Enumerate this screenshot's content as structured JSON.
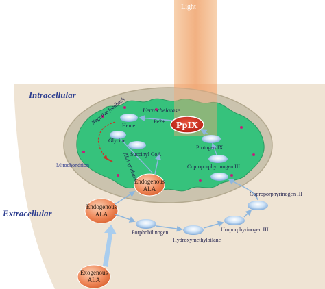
{
  "light": {
    "label": "Light"
  },
  "regions": {
    "intracellular": "Intracellular",
    "extracellular": "Extracellular",
    "mitochondrion": "Mitochondrion"
  },
  "mito_labels": {
    "negative_feedback": "Negative feedback",
    "ferrochelatase": "Ferrochelatase",
    "fe": "Fe2+",
    "ppix": "PpIX",
    "heme": "Heme",
    "glycine": "Glycine",
    "succinyl_coa": "Succinyl CoA",
    "ala_synthase": "ALA synthase",
    "protogen": "Protogen IX",
    "coproporphyrinogen_inner": "Coproporphyrinogen III"
  },
  "nodes": {
    "endo_inner": [
      "Endogenous",
      "ALA"
    ],
    "endo_outer": [
      "Endogenous",
      "ALA"
    ],
    "exogenous": [
      "Exogenous",
      "ALA"
    ]
  },
  "cytosol_labels": {
    "porphobilinogen": "Porphobilinogen",
    "hydroxymethylbilane": "Hydroxymethylbilane",
    "uroporphyrinogen": "Uroporphyrinogen III",
    "coproporphyrinogen_outer": "Coproporphyrinogen III"
  },
  "colors": {
    "cell": "#efe4d4",
    "mito_outer": "#cbc3ae",
    "mito_matrix": "#36c27c",
    "light": "#f3b77f",
    "node_orange": "#f08a5c",
    "ppix_red": "#d93020",
    "vesicle": "#a9cdee"
  }
}
